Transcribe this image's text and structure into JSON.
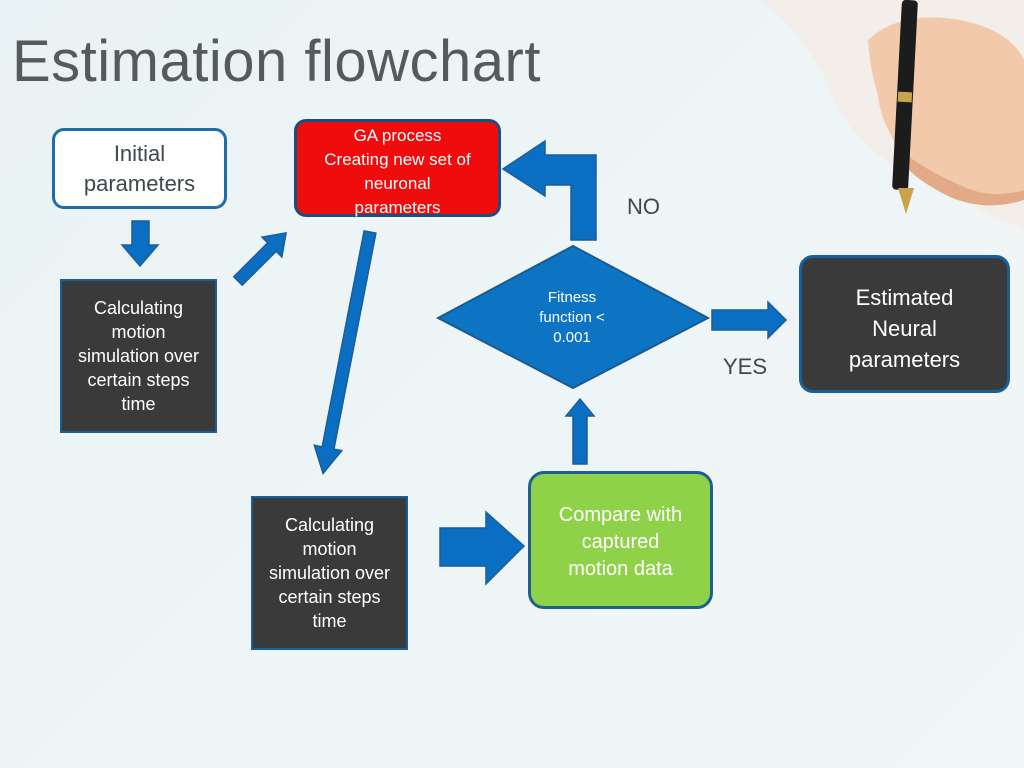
{
  "slide": {
    "title": "Estimation flowchart"
  },
  "nodes": {
    "initial": "Initial\nparameters",
    "calc_left": "Calculating\nmotion\nsimulation over\ncertain steps\ntime",
    "ga": "GA  process\nCreating new set of\nneuronal\nparameters",
    "fitness": "Fitness\nfunction <\n0.001",
    "calc_bottom": "Calculating\nmotion\nsimulation over\ncertain steps\ntime",
    "compare": "Compare with\ncaptured\nmotion data",
    "estimated": "Estimated\nNeural\nparameters"
  },
  "edge_labels": {
    "no": "NO",
    "yes": "YES"
  },
  "colors": {
    "arrow": "#0a6fc2",
    "arrow_outline": "#1b5d97",
    "ga_fill": "#ee0c0c",
    "compare_fill": "#8fd24a",
    "dark_fill": "#3a3a3a",
    "diamond_fill": "#0d74c4",
    "title": "#555a5c"
  }
}
